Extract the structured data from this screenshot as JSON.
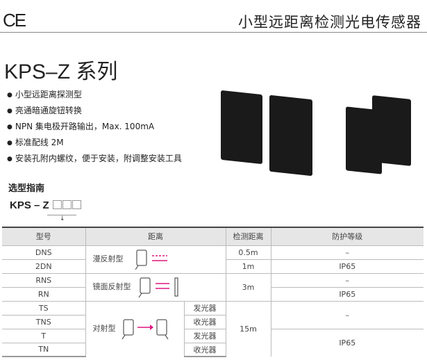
{
  "header": {
    "logo": "CE",
    "title": "小型远距离检测光电传感器"
  },
  "series_title": "KPS–Z 系列",
  "features": [
    "小型远距离探测型",
    "亮通暗通旋钮转换",
    "NPN 集电极开路输出，Max. 100mA",
    "标准配线 2M",
    "安装孔附内螺纹，便于安装，附调整安装工具"
  ],
  "guide": {
    "title": "选型指南",
    "code": "KPS – Z",
    "arrow": "↓"
  },
  "table": {
    "headers": [
      "型号",
      "距离",
      "检测距离",
      "防护等级"
    ],
    "models": [
      "DNS",
      "2DN",
      "RNS",
      "RN",
      "TS",
      "TNS",
      "T",
      "TN"
    ],
    "types": [
      "漫反射型",
      "镜面反射型",
      "对射型"
    ],
    "sub": [
      "发光器",
      "收光器",
      "发光器",
      "收光器"
    ],
    "distances": [
      "0.5m",
      "1m",
      "3m",
      "15m"
    ],
    "protection": [
      "–",
      "IP65",
      "–",
      "IP65",
      "–",
      "IP65"
    ]
  },
  "colors": {
    "arrow": "#e0157f"
  }
}
